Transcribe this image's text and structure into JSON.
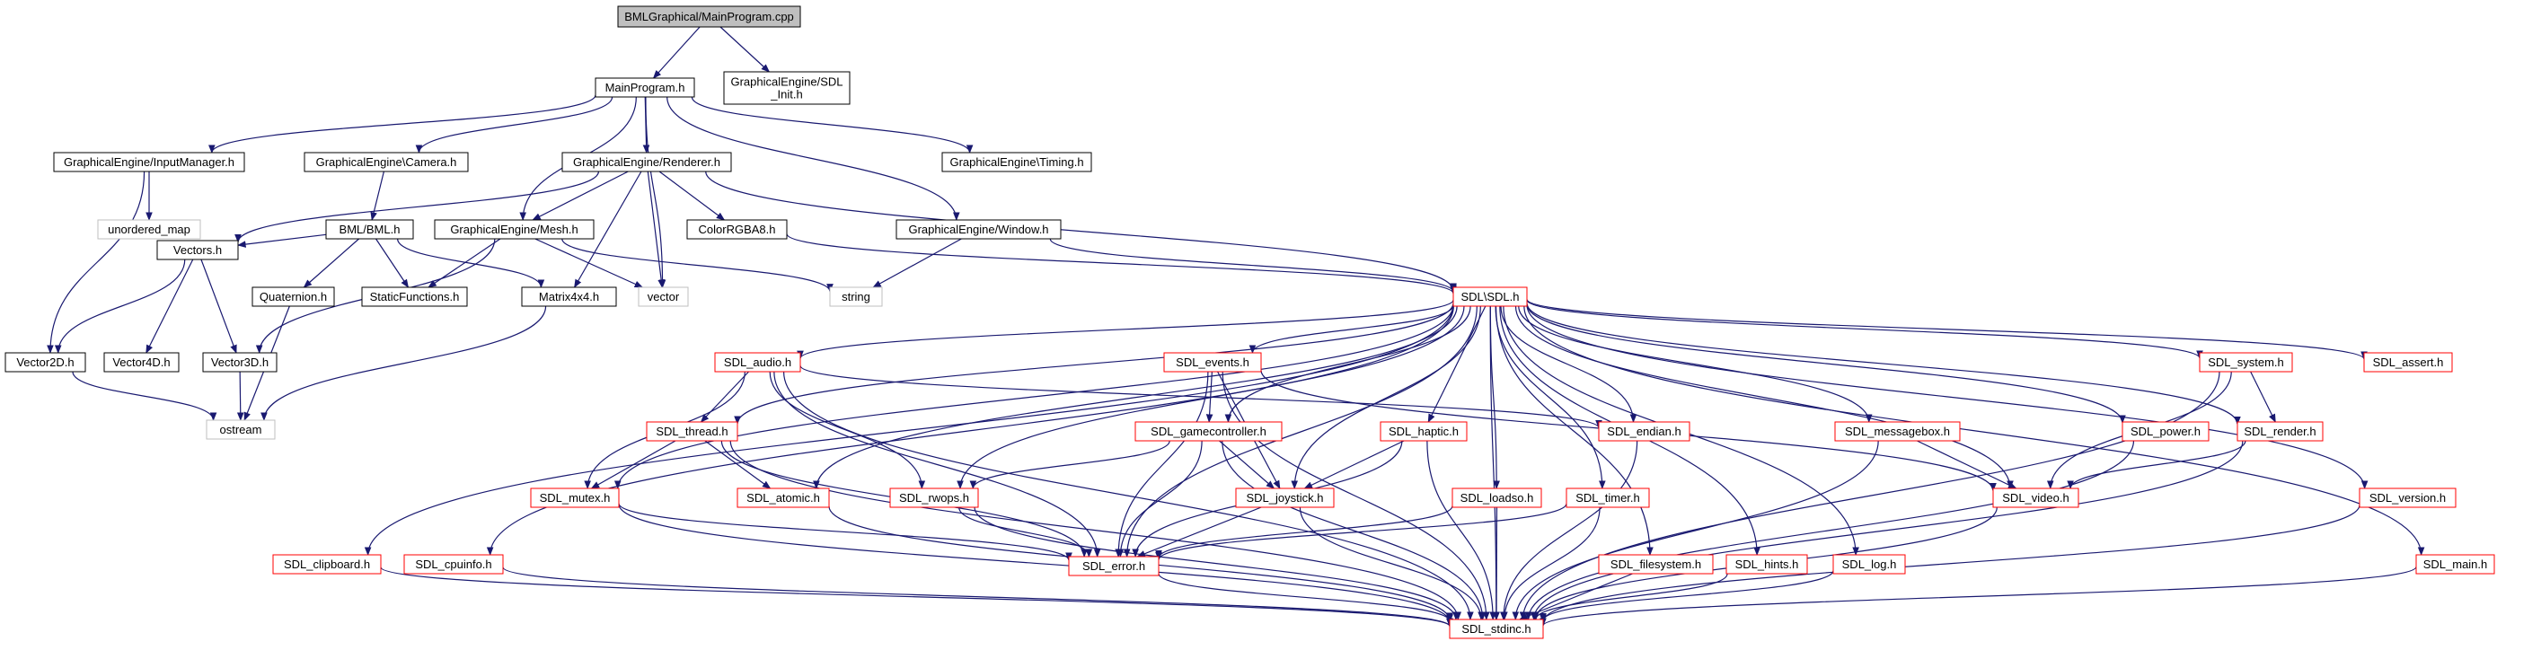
{
  "title": "",
  "colors": {
    "edge": "#191970",
    "box_black": "#000000",
    "box_red": "#ff0000",
    "box_gray": "#bfbfbf",
    "root_fill": "#bfbfbf",
    "background": "#ffffff"
  },
  "nodes": [
    {
      "id": "root",
      "label": "BMLGraphical/MainProgram.cpp",
      "style": "root"
    },
    {
      "id": "mainprogram",
      "label": "MainProgram.h",
      "style": "black"
    },
    {
      "id": "sdlinit",
      "label": "GraphicalEngine/SDL_Init.h",
      "style": "black"
    },
    {
      "id": "inputmanager",
      "label": "GraphicalEngine/InputManager.h",
      "style": "black"
    },
    {
      "id": "camera",
      "label": "GraphicalEngine\\Camera.h",
      "style": "black"
    },
    {
      "id": "renderer",
      "label": "GraphicalEngine/Renderer.h",
      "style": "black"
    },
    {
      "id": "timing",
      "label": "GraphicalEngine\\Timing.h",
      "style": "black"
    },
    {
      "id": "unordered_map",
      "label": "unordered_map",
      "style": "gray"
    },
    {
      "id": "bml",
      "label": "BML/BML.h",
      "style": "black"
    },
    {
      "id": "mesh",
      "label": "GraphicalEngine/Mesh.h",
      "style": "black"
    },
    {
      "id": "colorrgba8",
      "label": "ColorRGBA8.h",
      "style": "black"
    },
    {
      "id": "window",
      "label": "GraphicalEngine/Window.h",
      "style": "black"
    },
    {
      "id": "vectors",
      "label": "Vectors.h",
      "style": "black"
    },
    {
      "id": "quaternion",
      "label": "Quaternion.h",
      "style": "black"
    },
    {
      "id": "staticfunctions",
      "label": "StaticFunctions.h",
      "style": "black"
    },
    {
      "id": "matrix4x4",
      "label": "Matrix4x4.h",
      "style": "black"
    },
    {
      "id": "vector",
      "label": "vector",
      "style": "gray"
    },
    {
      "id": "string",
      "label": "string",
      "style": "gray"
    },
    {
      "id": "sdl",
      "label": "SDL\\SDL.h",
      "style": "red"
    },
    {
      "id": "vector2d",
      "label": "Vector2D.h",
      "style": "black"
    },
    {
      "id": "vector4d",
      "label": "Vector4D.h",
      "style": "black"
    },
    {
      "id": "vector3d",
      "label": "Vector3D.h",
      "style": "black"
    },
    {
      "id": "ostream",
      "label": "ostream",
      "style": "gray"
    },
    {
      "id": "sdl_audio",
      "label": "SDL_audio.h",
      "style": "red"
    },
    {
      "id": "sdl_events",
      "label": "SDL_events.h",
      "style": "red"
    },
    {
      "id": "sdl_system",
      "label": "SDL_system.h",
      "style": "red"
    },
    {
      "id": "sdl_assert",
      "label": "SDL_assert.h",
      "style": "red"
    },
    {
      "id": "sdl_thread",
      "label": "SDL_thread.h",
      "style": "red"
    },
    {
      "id": "sdl_gamecontroller",
      "label": "SDL_gamecontroller.h",
      "style": "red"
    },
    {
      "id": "sdl_haptic",
      "label": "SDL_haptic.h",
      "style": "red"
    },
    {
      "id": "sdl_endian",
      "label": "SDL_endian.h",
      "style": "red"
    },
    {
      "id": "sdl_messagebox",
      "label": "SDL_messagebox.h",
      "style": "red"
    },
    {
      "id": "sdl_power",
      "label": "SDL_power.h",
      "style": "red"
    },
    {
      "id": "sdl_render",
      "label": "SDL_render.h",
      "style": "red"
    },
    {
      "id": "sdl_mutex",
      "label": "SDL_mutex.h",
      "style": "red"
    },
    {
      "id": "sdl_atomic",
      "label": "SDL_atomic.h",
      "style": "red"
    },
    {
      "id": "sdl_rwops",
      "label": "SDL_rwops.h",
      "style": "red"
    },
    {
      "id": "sdl_joystick",
      "label": "SDL_joystick.h",
      "style": "red"
    },
    {
      "id": "sdl_loadso",
      "label": "SDL_loadso.h",
      "style": "red"
    },
    {
      "id": "sdl_timer",
      "label": "SDL_timer.h",
      "style": "red"
    },
    {
      "id": "sdl_video",
      "label": "SDL_video.h",
      "style": "red"
    },
    {
      "id": "sdl_version",
      "label": "SDL_version.h",
      "style": "red"
    },
    {
      "id": "sdl_clipboard",
      "label": "SDL_clipboard.h",
      "style": "red"
    },
    {
      "id": "sdl_cpuinfo",
      "label": "SDL_cpuinfo.h",
      "style": "red"
    },
    {
      "id": "sdl_error",
      "label": "SDL_error.h",
      "style": "red"
    },
    {
      "id": "sdl_filesystem",
      "label": "SDL_filesystem.h",
      "style": "red"
    },
    {
      "id": "sdl_hints",
      "label": "SDL_hints.h",
      "style": "red"
    },
    {
      "id": "sdl_log",
      "label": "SDL_log.h",
      "style": "red"
    },
    {
      "id": "sdl_main",
      "label": "SDL_main.h",
      "style": "red"
    },
    {
      "id": "sdl_stdinc",
      "label": "SDL_stdinc.h",
      "style": "red"
    }
  ],
  "edges": [
    [
      "root",
      "mainprogram"
    ],
    [
      "root",
      "sdlinit"
    ],
    [
      "mainprogram",
      "inputmanager"
    ],
    [
      "mainprogram",
      "camera"
    ],
    [
      "mainprogram",
      "renderer"
    ],
    [
      "mainprogram",
      "mesh"
    ],
    [
      "mainprogram",
      "vector"
    ],
    [
      "mainprogram",
      "timing"
    ],
    [
      "mainprogram",
      "window"
    ],
    [
      "inputmanager",
      "unordered_map"
    ],
    [
      "inputmanager",
      "vector2d"
    ],
    [
      "camera",
      "bml"
    ],
    [
      "renderer",
      "vectors"
    ],
    [
      "renderer",
      "mesh"
    ],
    [
      "renderer",
      "colorrgba8"
    ],
    [
      "renderer",
      "matrix4x4"
    ],
    [
      "renderer",
      "vector"
    ],
    [
      "renderer",
      "sdl"
    ],
    [
      "bml",
      "vectors"
    ],
    [
      "bml",
      "quaternion"
    ],
    [
      "bml",
      "staticfunctions"
    ],
    [
      "bml",
      "matrix4x4"
    ],
    [
      "mesh",
      "staticfunctions"
    ],
    [
      "mesh",
      "vector"
    ],
    [
      "mesh",
      "string"
    ],
    [
      "mesh",
      "vector3d"
    ],
    [
      "window",
      "string"
    ],
    [
      "window",
      "sdl"
    ],
    [
      "colorrgba8",
      "sdl"
    ],
    [
      "vectors",
      "vector2d"
    ],
    [
      "vectors",
      "vector4d"
    ],
    [
      "vectors",
      "vector3d"
    ],
    [
      "quaternion",
      "ostream"
    ],
    [
      "matrix4x4",
      "ostream"
    ],
    [
      "vector2d",
      "ostream"
    ],
    [
      "vector3d",
      "ostream"
    ],
    [
      "sdl",
      "sdl_audio"
    ],
    [
      "sdl",
      "sdl_events"
    ],
    [
      "sdl",
      "sdl_system"
    ],
    [
      "sdl",
      "sdl_assert"
    ],
    [
      "sdl",
      "sdl_thread"
    ],
    [
      "sdl",
      "sdl_gamecontroller"
    ],
    [
      "sdl",
      "sdl_haptic"
    ],
    [
      "sdl",
      "sdl_endian"
    ],
    [
      "sdl",
      "sdl_messagebox"
    ],
    [
      "sdl",
      "sdl_power"
    ],
    [
      "sdl",
      "sdl_render"
    ],
    [
      "sdl",
      "sdl_mutex"
    ],
    [
      "sdl",
      "sdl_atomic"
    ],
    [
      "sdl",
      "sdl_rwops"
    ],
    [
      "sdl",
      "sdl_joystick"
    ],
    [
      "sdl",
      "sdl_loadso"
    ],
    [
      "sdl",
      "sdl_timer"
    ],
    [
      "sdl",
      "sdl_video"
    ],
    [
      "sdl",
      "sdl_version"
    ],
    [
      "sdl",
      "sdl_clipboard"
    ],
    [
      "sdl",
      "sdl_cpuinfo"
    ],
    [
      "sdl",
      "sdl_error"
    ],
    [
      "sdl",
      "sdl_filesystem"
    ],
    [
      "sdl",
      "sdl_hints"
    ],
    [
      "sdl",
      "sdl_log"
    ],
    [
      "sdl",
      "sdl_main"
    ],
    [
      "sdl",
      "sdl_stdinc"
    ],
    [
      "sdl_audio",
      "sdl_thread"
    ],
    [
      "sdl_audio",
      "sdl_mutex"
    ],
    [
      "sdl_audio",
      "sdl_rwops"
    ],
    [
      "sdl_audio",
      "sdl_endian"
    ],
    [
      "sdl_audio",
      "sdl_error"
    ],
    [
      "sdl_audio",
      "sdl_stdinc"
    ],
    [
      "sdl_events",
      "sdl_gamecontroller"
    ],
    [
      "sdl_events",
      "sdl_joystick"
    ],
    [
      "sdl_events",
      "sdl_video"
    ],
    [
      "sdl_events",
      "sdl_error"
    ],
    [
      "sdl_events",
      "sdl_stdinc"
    ],
    [
      "sdl_system",
      "sdl_render"
    ],
    [
      "sdl_system",
      "sdl_video"
    ],
    [
      "sdl_system",
      "sdl_stdinc"
    ],
    [
      "sdl_thread",
      "sdl_mutex"
    ],
    [
      "sdl_thread",
      "sdl_atomic"
    ],
    [
      "sdl_thread",
      "sdl_error"
    ],
    [
      "sdl_thread",
      "sdl_stdinc"
    ],
    [
      "sdl_gamecontroller",
      "sdl_rwops"
    ],
    [
      "sdl_gamecontroller",
      "sdl_joystick"
    ],
    [
      "sdl_gamecontroller",
      "sdl_error"
    ],
    [
      "sdl_gamecontroller",
      "sdl_stdinc"
    ],
    [
      "sdl_haptic",
      "sdl_joystick"
    ],
    [
      "sdl_haptic",
      "sdl_error"
    ],
    [
      "sdl_haptic",
      "sdl_stdinc"
    ],
    [
      "sdl_endian",
      "sdl_stdinc"
    ],
    [
      "sdl_messagebox",
      "sdl_video"
    ],
    [
      "sdl_messagebox",
      "sdl_stdinc"
    ],
    [
      "sdl_power",
      "sdl_stdinc"
    ],
    [
      "sdl_render",
      "sdl_video"
    ],
    [
      "sdl_render",
      "sdl_stdinc"
    ],
    [
      "sdl_mutex",
      "sdl_error"
    ],
    [
      "sdl_mutex",
      "sdl_stdinc"
    ],
    [
      "sdl_atomic",
      "sdl_stdinc"
    ],
    [
      "sdl_rwops",
      "sdl_error"
    ],
    [
      "sdl_rwops",
      "sdl_stdinc"
    ],
    [
      "sdl_joystick",
      "sdl_error"
    ],
    [
      "sdl_joystick",
      "sdl_stdinc"
    ],
    [
      "sdl_loadso",
      "sdl_error"
    ],
    [
      "sdl_loadso",
      "sdl_stdinc"
    ],
    [
      "sdl_timer",
      "sdl_error"
    ],
    [
      "sdl_timer",
      "sdl_stdinc"
    ],
    [
      "sdl_video",
      "sdl_stdinc"
    ],
    [
      "sdl_version",
      "sdl_stdinc"
    ],
    [
      "sdl_clipboard",
      "sdl_stdinc"
    ],
    [
      "sdl_cpuinfo",
      "sdl_stdinc"
    ],
    [
      "sdl_error",
      "sdl_stdinc"
    ],
    [
      "sdl_filesystem",
      "sdl_stdinc"
    ],
    [
      "sdl_hints",
      "sdl_stdinc"
    ],
    [
      "sdl_log",
      "sdl_stdinc"
    ],
    [
      "sdl_main",
      "sdl_stdinc"
    ]
  ]
}
